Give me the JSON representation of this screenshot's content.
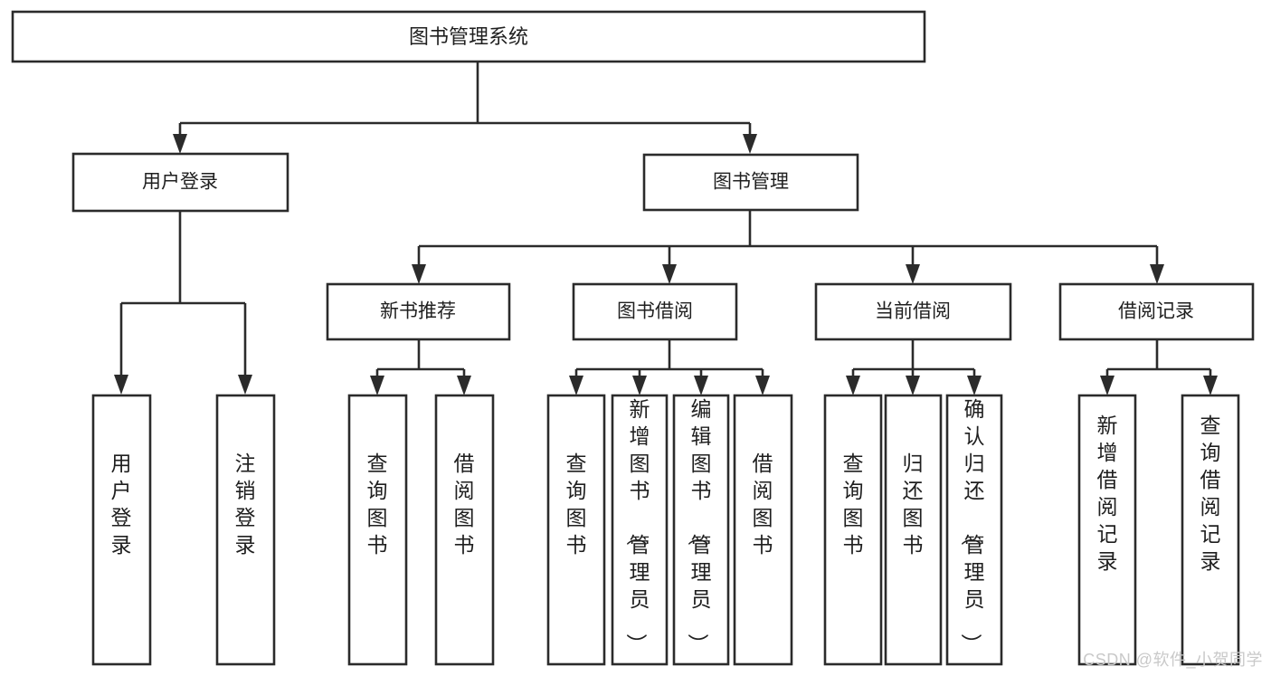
{
  "diagram": {
    "type": "tree-hierarchy",
    "title": "图书管理系统",
    "watermark": "CSDN @软件_小贺同学",
    "colors": {
      "stroke": "#2b2b2b",
      "fill": "#ffffff",
      "text": "#1f1f1f",
      "watermark": "#c9c9c9"
    },
    "levels": {
      "root": {
        "label": "图书管理系统"
      },
      "level1": [
        {
          "id": "user-login",
          "label": "用户登录"
        },
        {
          "id": "book-manage",
          "label": "图书管理"
        }
      ],
      "level2": [
        {
          "id": "new-book-recommend",
          "label": "新书推荐",
          "parent": "book-manage"
        },
        {
          "id": "book-borrow",
          "label": "图书借阅",
          "parent": "book-manage"
        },
        {
          "id": "current-borrow",
          "label": "当前借阅",
          "parent": "book-manage"
        },
        {
          "id": "borrow-record",
          "label": "借阅记录",
          "parent": "book-manage"
        }
      ],
      "leaves": [
        {
          "id": "leaf-user-login",
          "label": "用户登录",
          "parent": "user-login"
        },
        {
          "id": "leaf-logout-login",
          "label": "注销登录",
          "parent": "user-login"
        },
        {
          "id": "leaf-query-book-1",
          "label": "查询图书",
          "parent": "new-book-recommend"
        },
        {
          "id": "leaf-borrow-book-1",
          "label": "借阅图书",
          "parent": "new-book-recommend"
        },
        {
          "id": "leaf-query-book-2",
          "label": "查询图书",
          "parent": "book-borrow"
        },
        {
          "id": "leaf-add-book",
          "label": "新增图书（管理员）",
          "parent": "book-borrow"
        },
        {
          "id": "leaf-edit-book",
          "label": "编辑图书（管理员）",
          "parent": "book-borrow"
        },
        {
          "id": "leaf-borrow-book-2",
          "label": "借阅图书",
          "parent": "book-borrow"
        },
        {
          "id": "leaf-query-book-3",
          "label": "查询图书",
          "parent": "current-borrow"
        },
        {
          "id": "leaf-return-book",
          "label": "归还图书",
          "parent": "current-borrow"
        },
        {
          "id": "leaf-confirm-return",
          "label": "确认归还（管理员）",
          "parent": "current-borrow"
        },
        {
          "id": "leaf-add-record",
          "label": "新增借阅记录",
          "parent": "borrow-record"
        },
        {
          "id": "leaf-query-record",
          "label": "查询借阅记录",
          "parent": "borrow-record"
        }
      ]
    }
  }
}
